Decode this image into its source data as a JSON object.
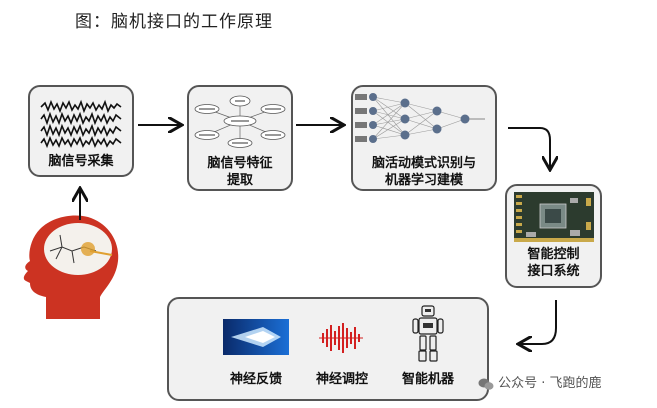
{
  "title": "图：脑机接口的工作原理",
  "steps": {
    "acquisition": "脑信号采集",
    "feature_line1": "脑信号特征",
    "feature_line2": "提取",
    "model_line1": "脑活动模式识别与",
    "model_line2": "机器学习建模",
    "control_line1": "智能控制",
    "control_line2": "接口系统"
  },
  "outputs": {
    "feedback": "神经反馈",
    "regulation": "神经调控",
    "machine": "智能机器"
  },
  "watermark": "公众号 · 飞跑的鹿"
}
